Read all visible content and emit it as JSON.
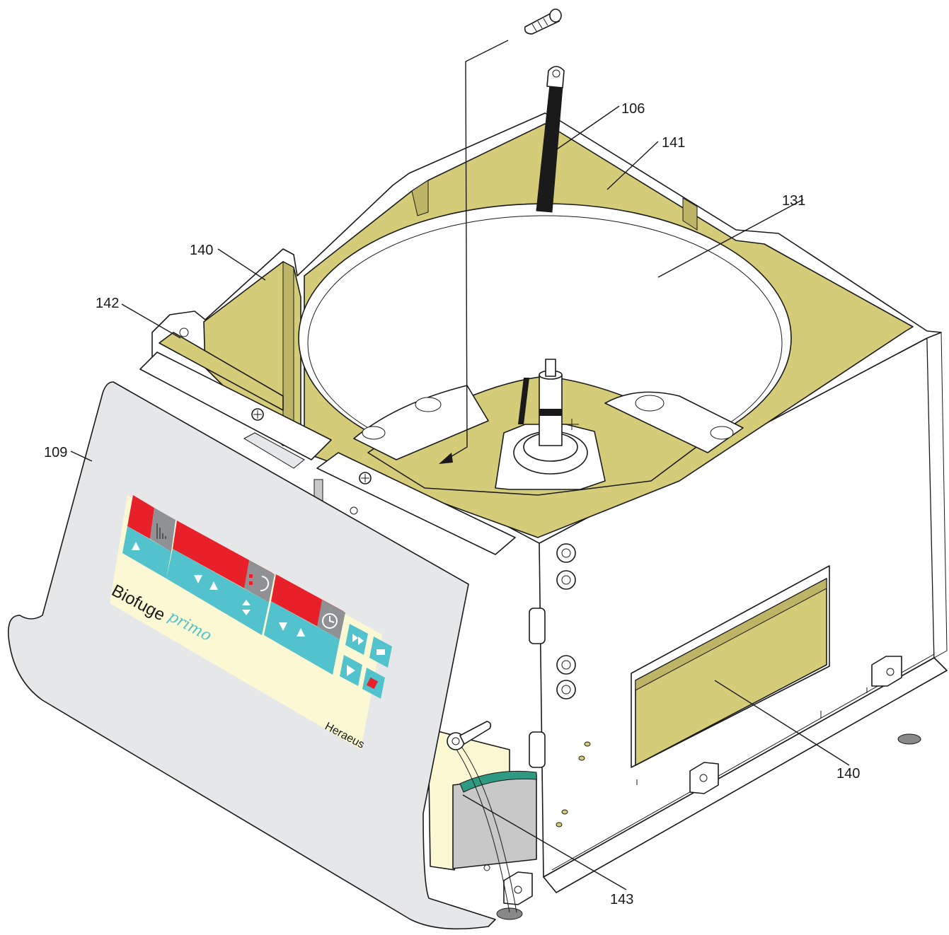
{
  "diagram": {
    "callouts": {
      "c106": "106",
      "c141": "141",
      "c131": "131",
      "c140_top": "140",
      "c142": "142",
      "c109": "109",
      "c140_side": "140",
      "c143": "143"
    },
    "panel": {
      "brand": "Biofuge",
      "model": "primo",
      "maker": "Heraeus"
    }
  },
  "colors": {
    "insulation": "#d4cc78",
    "panel_grey": "#e6e7e9",
    "display_red": "#e8202a",
    "key_cyan": "#52c2cc",
    "cream": "#fdf8d4",
    "icon_grey": "#8f9195"
  }
}
